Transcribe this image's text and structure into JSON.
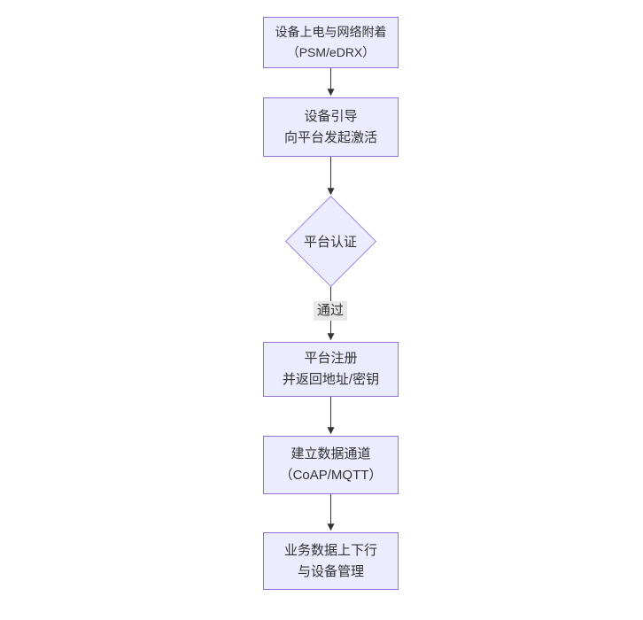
{
  "diagram": {
    "type": "flowchart",
    "direction": "top-down",
    "nodes": [
      {
        "id": "power",
        "shape": "rect",
        "lines": [
          "设备上电与网络附着",
          "（PSM/eDRX）"
        ]
      },
      {
        "id": "bootstrap",
        "shape": "rect",
        "lines": [
          "设备引导",
          "向平台发起激活"
        ]
      },
      {
        "id": "auth",
        "shape": "diamond",
        "lines": [
          "平台认证"
        ]
      },
      {
        "id": "register",
        "shape": "rect",
        "lines": [
          "平台注册",
          "并返回地址/密钥"
        ]
      },
      {
        "id": "channel",
        "shape": "rect",
        "lines": [
          "建立数据通道",
          "（CoAP/MQTT）"
        ]
      },
      {
        "id": "business",
        "shape": "rect",
        "lines": [
          "业务数据上下行",
          "与设备管理"
        ]
      }
    ],
    "edges": [
      {
        "from": "power",
        "to": "bootstrap",
        "label": ""
      },
      {
        "from": "bootstrap",
        "to": "auth",
        "label": ""
      },
      {
        "from": "auth",
        "to": "register",
        "label": "通过"
      },
      {
        "from": "register",
        "to": "channel",
        "label": ""
      },
      {
        "from": "channel",
        "to": "business",
        "label": ""
      }
    ],
    "colors": {
      "node_fill": "#ECECFF",
      "node_border": "#9370DB",
      "text": "#333333",
      "arrow": "#333333",
      "edge_label_bg": "#e8e8e8",
      "background": "#ffffff"
    }
  }
}
